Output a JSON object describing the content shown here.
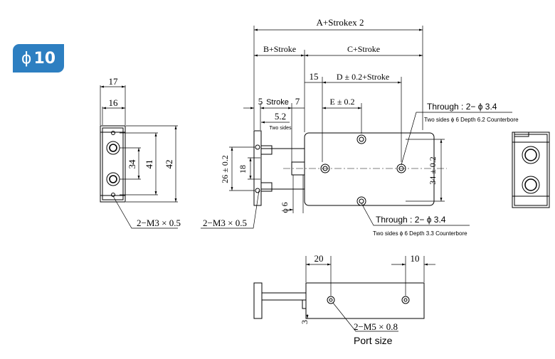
{
  "badge": {
    "symbol": "ϕ",
    "size": "10"
  },
  "top": {
    "overall": "A+Strokex 2",
    "b_stroke": "B+Stroke",
    "c_stroke": "C+Stroke",
    "dim_15": "15",
    "d_stroke": "D ± 0.2+Stroke",
    "dim_5": "5",
    "stroke": "Stroke",
    "dim_7": "7",
    "e": "E ± 0.2",
    "dim_5_2": "5.2",
    "two_sides": "Two sides",
    "through_top": "Through : 2− ϕ 3.4",
    "counterbore_top": "Two sides ϕ 6 Depth 6.2 Counterbore",
    "dim_26": "26 ± 0.2",
    "dim_18": "18",
    "dim_34": "34 ± 0.2",
    "phi6": "ϕ 6",
    "m3_middle": "2−M3 × 0.5",
    "through_bottom": "Through : 2− ϕ 3.4",
    "counterbore_bottom": "Two sides ϕ 6 Depth 3.3 Counterbore"
  },
  "left": {
    "dim_17": "17",
    "dim_16": "16",
    "dim_34": "34",
    "dim_41": "41",
    "dim_42": "42",
    "m3": "2−M3 × 0.5"
  },
  "bottom": {
    "dim_20": "20",
    "dim_10": "10",
    "dim_3": "3",
    "m5": "2−M5 × 0.8",
    "port_size": "Port size"
  }
}
